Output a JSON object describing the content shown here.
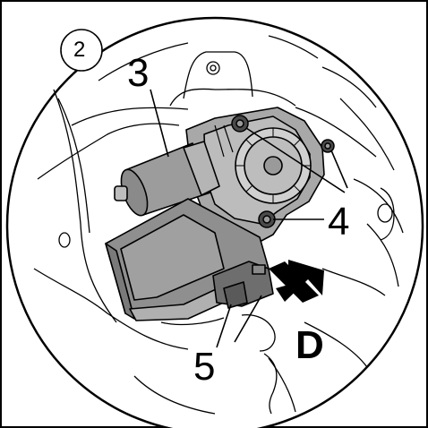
{
  "figure": {
    "view_number": "2",
    "callouts": {
      "motor": "3",
      "screws": "4",
      "connector": "5",
      "view_arrow": "D"
    }
  },
  "colors": {
    "line": "#000000",
    "body_fill": "#9a9a9a",
    "body_dark": "#6e6e6e",
    "body_light": "#c4c4c4",
    "background": "#ffffff"
  }
}
